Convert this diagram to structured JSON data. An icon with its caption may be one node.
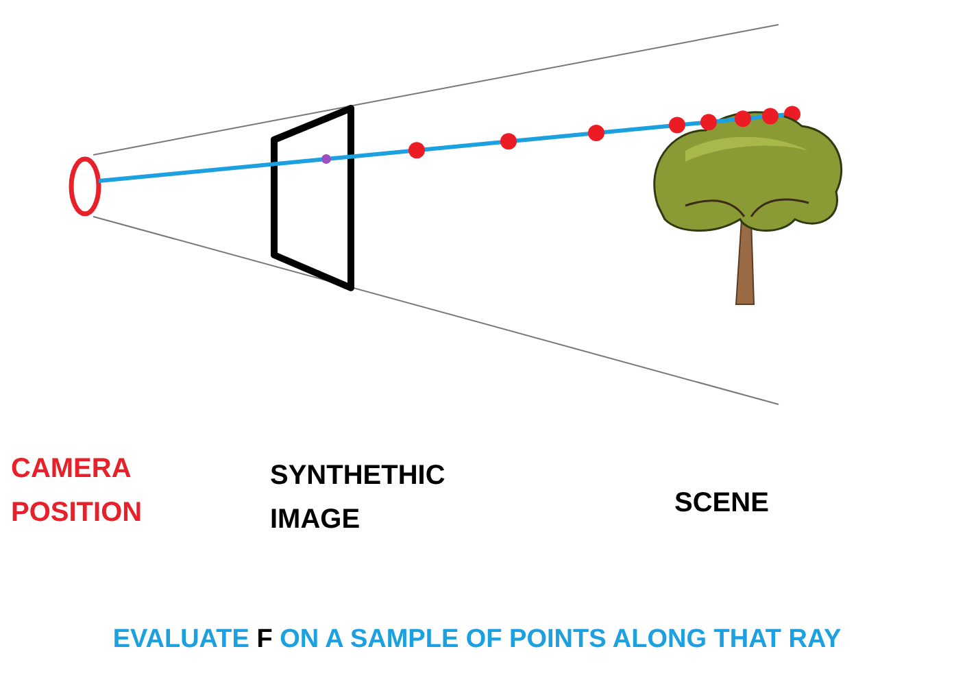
{
  "diagram": {
    "caption": "EVALUATE **F** ON A SAMPLE OF POINTS ALONG THAT RAY",
    "nodes": [
      {
        "text": [],
        "shape": "circle"
      },
      {
        "text": [],
        "shape": "circle"
      }
    ],
    "edges": [
      {
        "from": 0,
        "to": 1,
        "arrow": "none"
      }
    ],
    "labels": [
      "CAMERA POSITION",
      "SYNTHETHIC IMAGE",
      "SCENE"
    ]
  }
}
